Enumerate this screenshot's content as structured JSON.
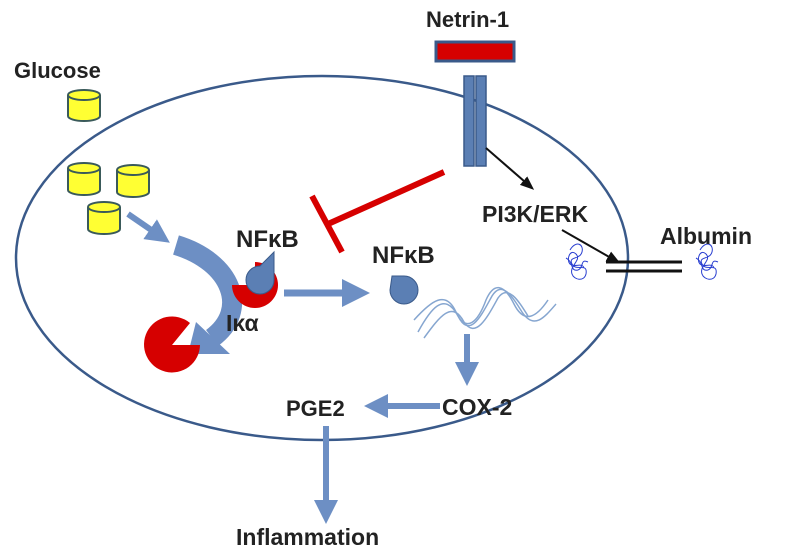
{
  "labels": {
    "netrin": "Netrin-1",
    "glucose": "Glucose",
    "nfkb_left": "NFκB",
    "nfkb_right": "NFκB",
    "ikba": "Iκα",
    "pi3k_erk": "PI3K/ERK",
    "albumin": "Albumin",
    "cox2": "COX-2",
    "pge2": "PGE2",
    "inflammation": "Inflammation"
  },
  "colors": {
    "cell_membrane": "#3a5a8a",
    "receptor": "#5b7fb4",
    "netrin_ligand": "#d60000",
    "inhibition": "#d60000",
    "glucose_cylinder": "#ffff33",
    "arrow_blue": "#6d8fc4",
    "nfkb_blob": "#5b7fb4",
    "ikba_pie": "#d60000",
    "albumin_scribble": "#2a3fd0",
    "dna_strand": "#86a6d0"
  }
}
